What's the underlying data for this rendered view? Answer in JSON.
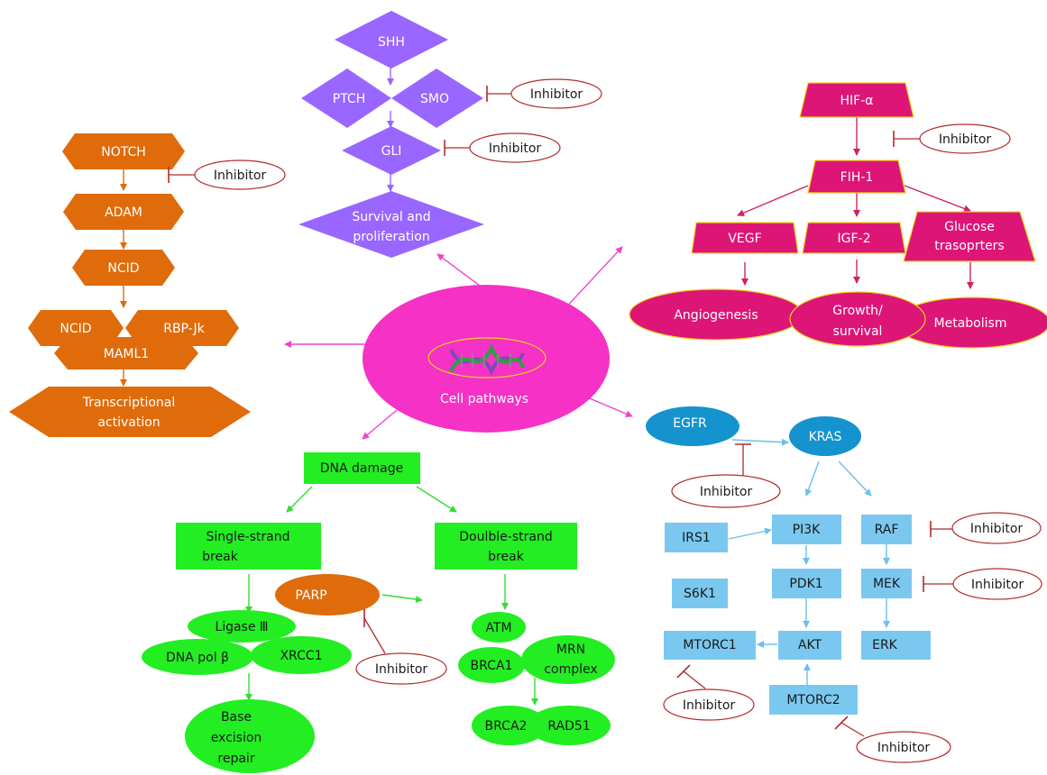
{
  "colors": {
    "hedgehog": "#9966ff",
    "hedgehog_arrow": "#9966ff",
    "notch": "#e06b0b",
    "notch_arrow": "#e06b0b",
    "hif": "#dd1577",
    "hif_border": "#f5d21d",
    "hif_arrow": "#cc2266",
    "dna": "#22ee22",
    "dna_arrow": "#33dd33",
    "kras_oval": "#1493cf",
    "kras_box": "#7ac8f0",
    "kras_arrow": "#6cc0ea",
    "center": "#f531c6",
    "center_arrow": "#ee44cc",
    "inhibitor_border": "#b12b2b",
    "inhibitor_line": "#b12b2b",
    "parp": "#e06b0b"
  },
  "center": {
    "label": "Cell pathways",
    "icon": "dna-helix-icon"
  },
  "inhibitor_label": "Inhibitor",
  "hedgehog": {
    "shh": "SHH",
    "ptch": "PTCH",
    "smo": "SMO",
    "gli": "GLI",
    "outcome_line1": "Survival and",
    "outcome_line2": "proliferation"
  },
  "notch": {
    "notch": "NOTCH",
    "adam": "ADAM",
    "ncid_1": "NCID",
    "ncid_2": "NCID",
    "rbpjk": "RBP-Jk",
    "maml1": "MAML1",
    "outcome_line1": "Transcriptional",
    "outcome_line2": "activation"
  },
  "hif": {
    "hif_alpha": "HIF-α",
    "fih1": "FIH-1",
    "vegf": "VEGF",
    "igf2": "IGF-2",
    "glucose_line1": "Glucose",
    "glucose_line2": "trasoprters",
    "angiogenesis": "Angiogenesis",
    "growth_line1": "Growth/",
    "growth_line2": "survival",
    "metabolism": "Metabolism"
  },
  "dna": {
    "damage": "DNA damage",
    "single_line1": "Single-strand",
    "single_line2": "break",
    "double_line1": "Doulble-strand",
    "double_line2": "break",
    "parp": "PARP",
    "ligase": "Ligase Ⅲ",
    "dnapol": "DNA pol β",
    "xrcc1": "XRCC1",
    "ber_line1": "Base",
    "ber_line2": "excision",
    "ber_line3": "repair",
    "atm": "ATM",
    "brca1": "BRCA1",
    "mrn_line1": "MRN",
    "mrn_line2": "complex",
    "brca2": "BRCA2",
    "rad51": "RAD51"
  },
  "kras": {
    "egfr": "EGFR",
    "kras": "KRAS",
    "irs1": "IRS1",
    "pi3k": "PI3K",
    "raf": "RAF",
    "s6k1": "S6K1",
    "pdk1": "PDK1",
    "mek": "MEK",
    "mtorc1": "MTORC1",
    "akt": "AKT",
    "erk": "ERK",
    "mtorc2": "MTORC2"
  }
}
